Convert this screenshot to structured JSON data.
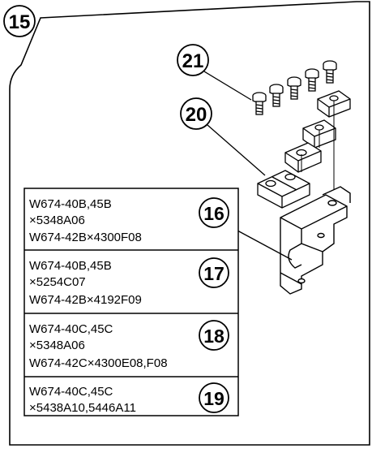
{
  "diagram": {
    "group_callout": "15",
    "callouts": {
      "screws": "21",
      "clamp_blocks": "20"
    },
    "variants": [
      {
        "callout": "16",
        "lines": [
          "W674-40B,45B",
          "×5348A06",
          "W674-42B×4300F08"
        ]
      },
      {
        "callout": "17",
        "lines": [
          "W674-40B,45B",
          "×5254C07",
          "W674-42B×4192F09"
        ]
      },
      {
        "callout": "18",
        "lines": [
          "W674-40C,45C",
          "×5348A06",
          "W674-42C×4300E08,F08"
        ]
      },
      {
        "callout": "19",
        "lines": [
          "W674-40C,45C",
          "×5438A10,5446A11"
        ]
      }
    ]
  }
}
